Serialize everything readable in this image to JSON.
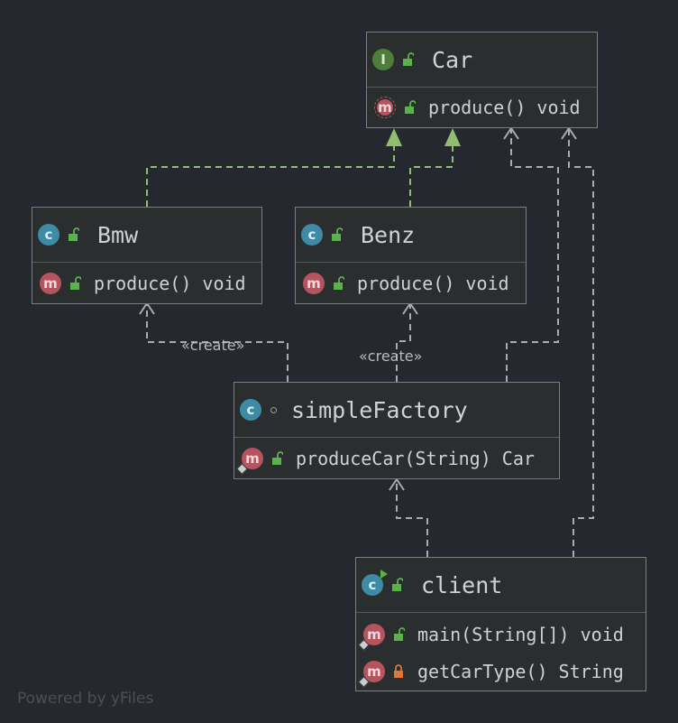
{
  "classes": {
    "car": {
      "name": "Car",
      "kind": "I",
      "members": [
        {
          "kind": "m",
          "text": "produce() void",
          "visibility": "public",
          "abstract": true
        }
      ]
    },
    "bmw": {
      "name": "Bmw",
      "kind": "C",
      "members": [
        {
          "kind": "m",
          "text": "produce() void",
          "visibility": "public"
        }
      ]
    },
    "benz": {
      "name": "Benz",
      "kind": "C",
      "members": [
        {
          "kind": "m",
          "text": "produce() void",
          "visibility": "public"
        }
      ]
    },
    "simple_factory": {
      "name": "simpleFactory",
      "kind": "C",
      "members": [
        {
          "kind": "m",
          "text": "produceCar(String) Car",
          "visibility": "public"
        }
      ]
    },
    "client": {
      "name": "client",
      "kind": "C",
      "members": [
        {
          "kind": "m",
          "text": "main(String[]) void",
          "visibility": "public"
        },
        {
          "kind": "m",
          "text": "getCarType() String",
          "visibility": "private"
        }
      ]
    }
  },
  "edge_labels": {
    "bmw_create": "«create»",
    "benz_create": "«create»"
  },
  "colors": {
    "background": "#25282f",
    "node_fill": "#2b2e2f",
    "node_border": "#7b7f83",
    "realization_edge": "#8fbf6e",
    "dependency_edge": "#a9adb1",
    "public_lock": "#5ab34a",
    "private_lock": "#d9773c"
  },
  "icons": {
    "interface": "interface-badge-icon",
    "class": "class-badge-icon",
    "method": "method-badge-icon",
    "public": "unlocked-padlock-icon",
    "private": "locked-padlock-icon",
    "package_private": "circle-dot-icon",
    "runnable": "run-triangle-icon"
  },
  "watermark": "Powered by yFiles"
}
